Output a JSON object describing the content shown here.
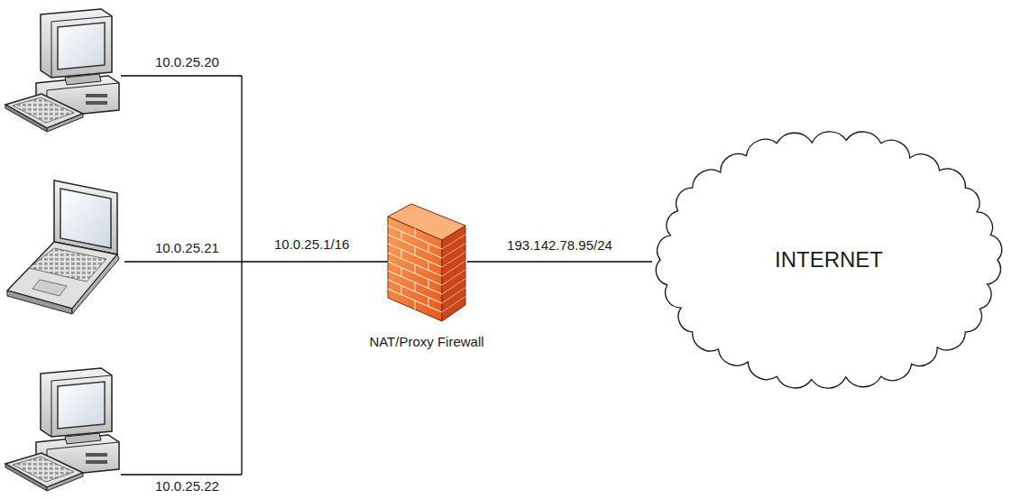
{
  "diagram": {
    "nodes": [
      {
        "text": [
          "NAT/Proxy Firewall"
        ]
      },
      {
        "text": [
          "INTERNET"
        ]
      }
    ],
    "edges": [
      {
        "from": 0,
        "to": 1,
        "arrow": "none",
        "label": "193.142.78.95/24"
      }
    ],
    "labels": [
      "10.0.25.20",
      "10.0.25.21",
      "10.0.25.22",
      "10.0.25.1/16"
    ]
  }
}
